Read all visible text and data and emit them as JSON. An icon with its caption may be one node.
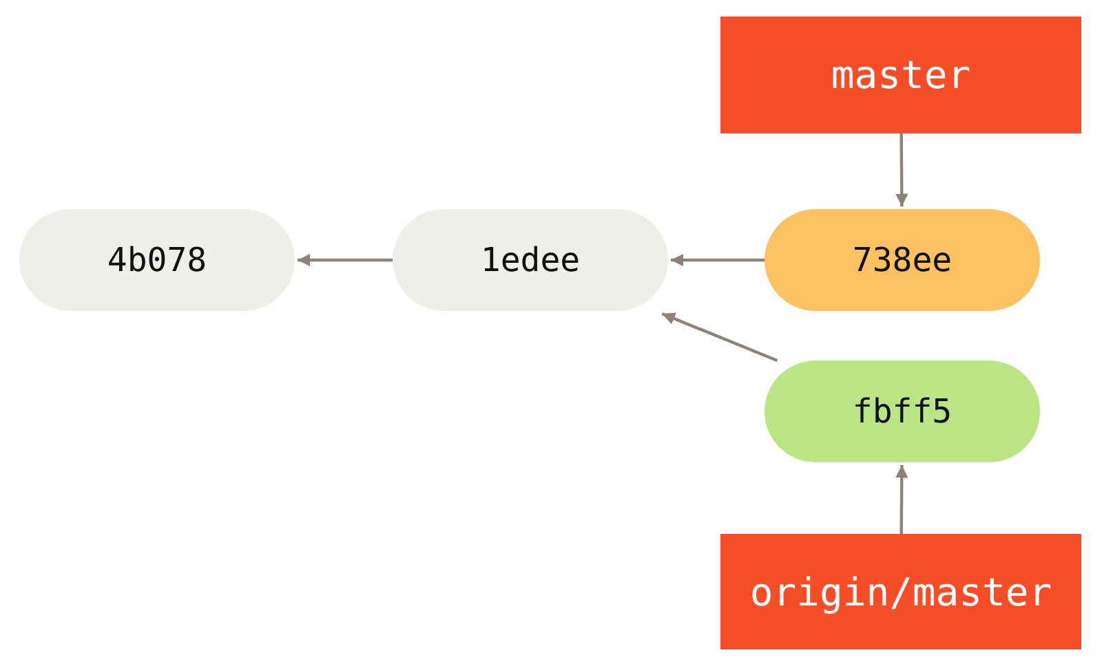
{
  "diagram": {
    "nodes": [
      {
        "text": [
          "master"
        ]
      },
      {
        "text": [
          "4b078"
        ]
      },
      {
        "text": [
          "1edee"
        ]
      },
      {
        "text": [
          "738ee"
        ]
      },
      {
        "text": [
          "fbff5"
        ]
      },
      {
        "text": [
          "origin/master"
        ]
      }
    ],
    "edges": [
      {
        "from": 0,
        "to": 3,
        "arrow": "to"
      },
      {
        "from": 3,
        "to": 2,
        "arrow": "to"
      },
      {
        "from": 2,
        "to": 1,
        "arrow": "to"
      },
      {
        "from": 4,
        "to": 2,
        "arrow": "to"
      },
      {
        "from": 5,
        "to": 4,
        "arrow": "to"
      }
    ]
  }
}
